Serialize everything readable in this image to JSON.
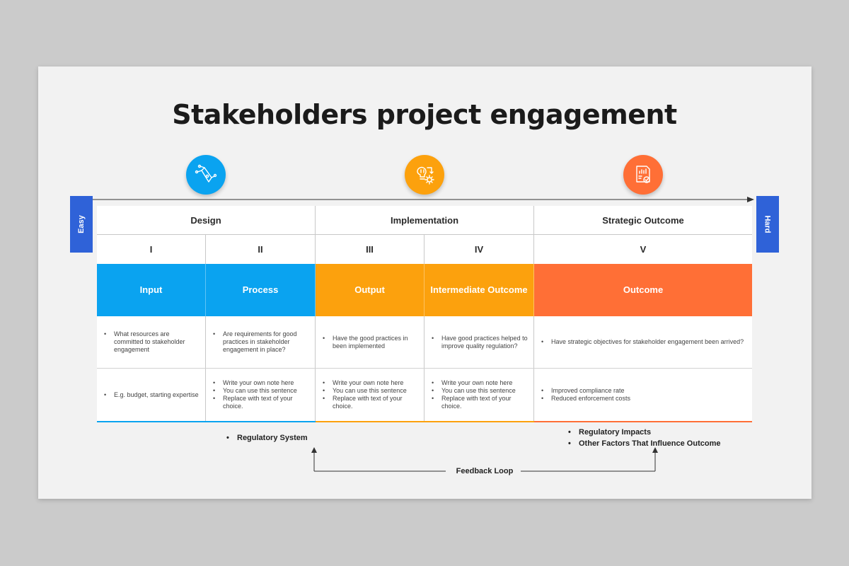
{
  "title": "Stakeholders project engagement",
  "scale": {
    "left": "Easy",
    "right": "Hard"
  },
  "colors": {
    "blue": "#0aa3f0",
    "amber": "#fca10d",
    "orange": "#ff6f36",
    "tab": "#2f62d8"
  },
  "icons": [
    "pen-nodes-icon",
    "idea-gear-icon",
    "report-check-icon"
  ],
  "phases": [
    "Design",
    "Implementation",
    "Strategic Outcome"
  ],
  "stages": [
    {
      "roman": "I",
      "label": "Input",
      "color": "blue",
      "questions": [
        "What resources are committed to stakeholder engagement"
      ],
      "notes": [
        "E.g. budget, starting expertise"
      ]
    },
    {
      "roman": "II",
      "label": "Process",
      "color": "blue",
      "questions": [
        "Are requirements for good practices in stakeholder engagement in place?"
      ],
      "notes": [
        "Write your own note here",
        "You can use this sentence",
        "Replace with text of your choice."
      ]
    },
    {
      "roman": "III",
      "label": "Output",
      "color": "amber",
      "questions": [
        "Have the good practices in been implemented"
      ],
      "notes": [
        "Write your own note here",
        "You can use this sentence",
        "Replace with text of your choice."
      ]
    },
    {
      "roman": "IV",
      "label": "Intermediate Outcome",
      "color": "amber",
      "questions": [
        "Have good practices helped to improve quality regulation?"
      ],
      "notes": [
        "Write your own note here",
        "You can use this sentence",
        "Replace with text of your choice."
      ]
    },
    {
      "roman": "V",
      "label": "Outcome",
      "color": "orange",
      "questions": [
        "Have strategic objectives for stakeholder engagement been arrived?"
      ],
      "notes": [
        "Improved compliance rate",
        "Reduced enforcement costs"
      ]
    }
  ],
  "bottom": {
    "left": [
      "Regulatory System"
    ],
    "right": [
      "Regulatory Impacts",
      "Other Factors That Influence Outcome"
    ],
    "feedback": "Feedback Loop"
  }
}
